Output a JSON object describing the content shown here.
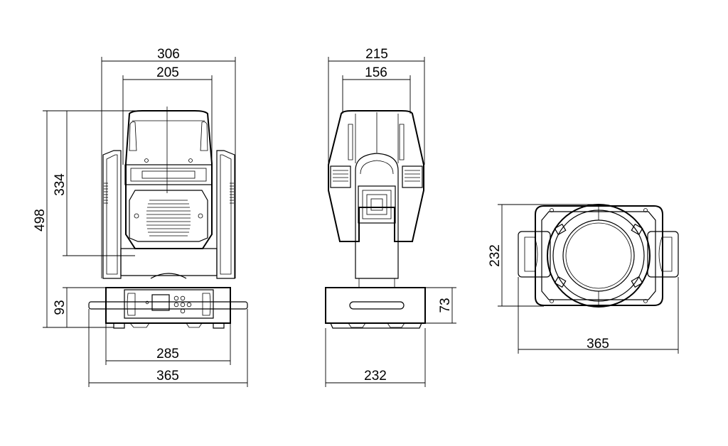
{
  "diagram": {
    "line_color": "#000000",
    "background": "#ffffff",
    "front_view": {
      "overall_width": "306",
      "head_width": "205",
      "overall_height": "498",
      "head_height": "334",
      "base_height": "93",
      "base_width": "285",
      "handle_width": "365"
    },
    "side_view": {
      "overall_width": "215",
      "head_width": "156",
      "base_height": "73",
      "base_width": "232"
    },
    "top_view": {
      "depth": "232",
      "width": "365"
    }
  }
}
